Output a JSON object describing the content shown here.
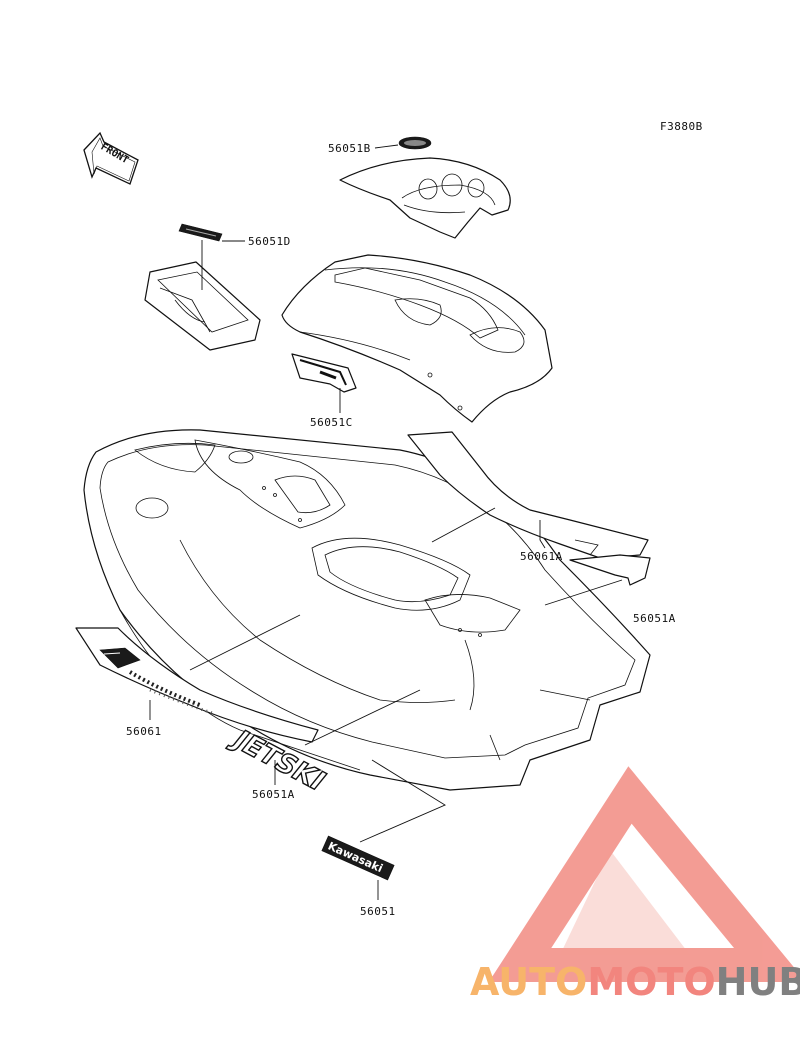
{
  "diagram": {
    "code": "F3880B",
    "front_label": "FRONT",
    "decal_jetski_text": "JETSKI",
    "decal_kawasaki_text": "Kawasaki",
    "callouts": [
      "56051B",
      "56051D",
      "56051C",
      "56061A",
      "56051A",
      "56061",
      "56051A",
      "56051"
    ]
  },
  "watermark": {
    "part1": "AUTO",
    "part2": "MOTO",
    "part3": "HUB",
    "colors": {
      "part1": "#f7b46a",
      "part2": "#f2857e",
      "part3": "#808080",
      "triangle": "#f28b82"
    }
  }
}
